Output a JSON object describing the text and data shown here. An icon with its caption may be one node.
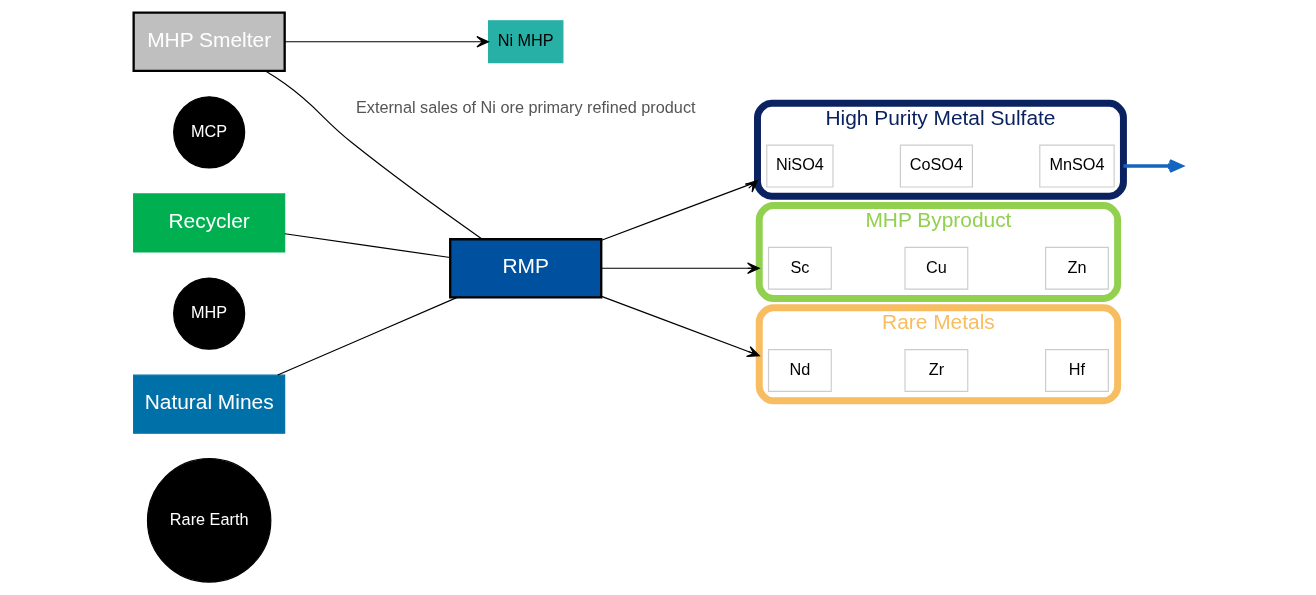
{
  "diagram": {
    "nodes": [
      {
        "text": [
          "MHP Smelter"
        ]
      },
      {
        "text": [
          "Ni MHP"
        ],
        "beside": [
          "External sales of Ni ore primary refined product"
        ]
      },
      {
        "text": [
          "MCP"
        ]
      },
      {
        "text": [
          "Recycler"
        ]
      },
      {
        "text": [
          "MHP"
        ]
      },
      {
        "text": [
          "High Purity Metal Sulfate"
        ]
      },
      {
        "text": [
          "NiSO4"
        ],
        "in": 5
      },
      {
        "text": [
          "CoSO4"
        ],
        "in": 5
      },
      {
        "text": [
          "MnSO4"
        ],
        "in": 5
      },
      {
        "text": [
          "RMP"
        ]
      },
      {
        "text": [
          "MHP Byproduct"
        ]
      },
      {
        "text": [
          "Sc"
        ],
        "in": 10
      },
      {
        "text": [
          "Cu"
        ],
        "in": 10
      },
      {
        "text": [
          "Zn"
        ],
        "in": 10
      },
      {
        "text": [
          "Natural Mines"
        ]
      },
      {
        "text": [
          "Rare Metals"
        ]
      },
      {
        "text": [
          "Nd"
        ],
        "in": 15
      },
      {
        "text": [
          "Zr"
        ],
        "in": 15
      },
      {
        "text": [
          "Hf"
        ],
        "in": 15
      },
      {
        "text": [
          "Rare Earth"
        ]
      }
    ],
    "edges": [
      {
        "from": 0,
        "to": 9,
        "arrow": "none"
      },
      {
        "from": 3,
        "to": 9,
        "arrow": "none"
      },
      {
        "from": 14,
        "to": 9,
        "arrow": "none"
      },
      {
        "from": 0,
        "to": 1,
        "arrow": "to"
      },
      {
        "from": 9,
        "to": 5,
        "arrow": "to"
      },
      {
        "from": 9,
        "to": 10,
        "arrow": "to"
      },
      {
        "from": 9,
        "to": 15,
        "arrow": "to"
      },
      {
        "from": 5,
        "to": null,
        "arrow": "to",
        "style": "thick",
        "color": "#1565c0"
      }
    ]
  }
}
